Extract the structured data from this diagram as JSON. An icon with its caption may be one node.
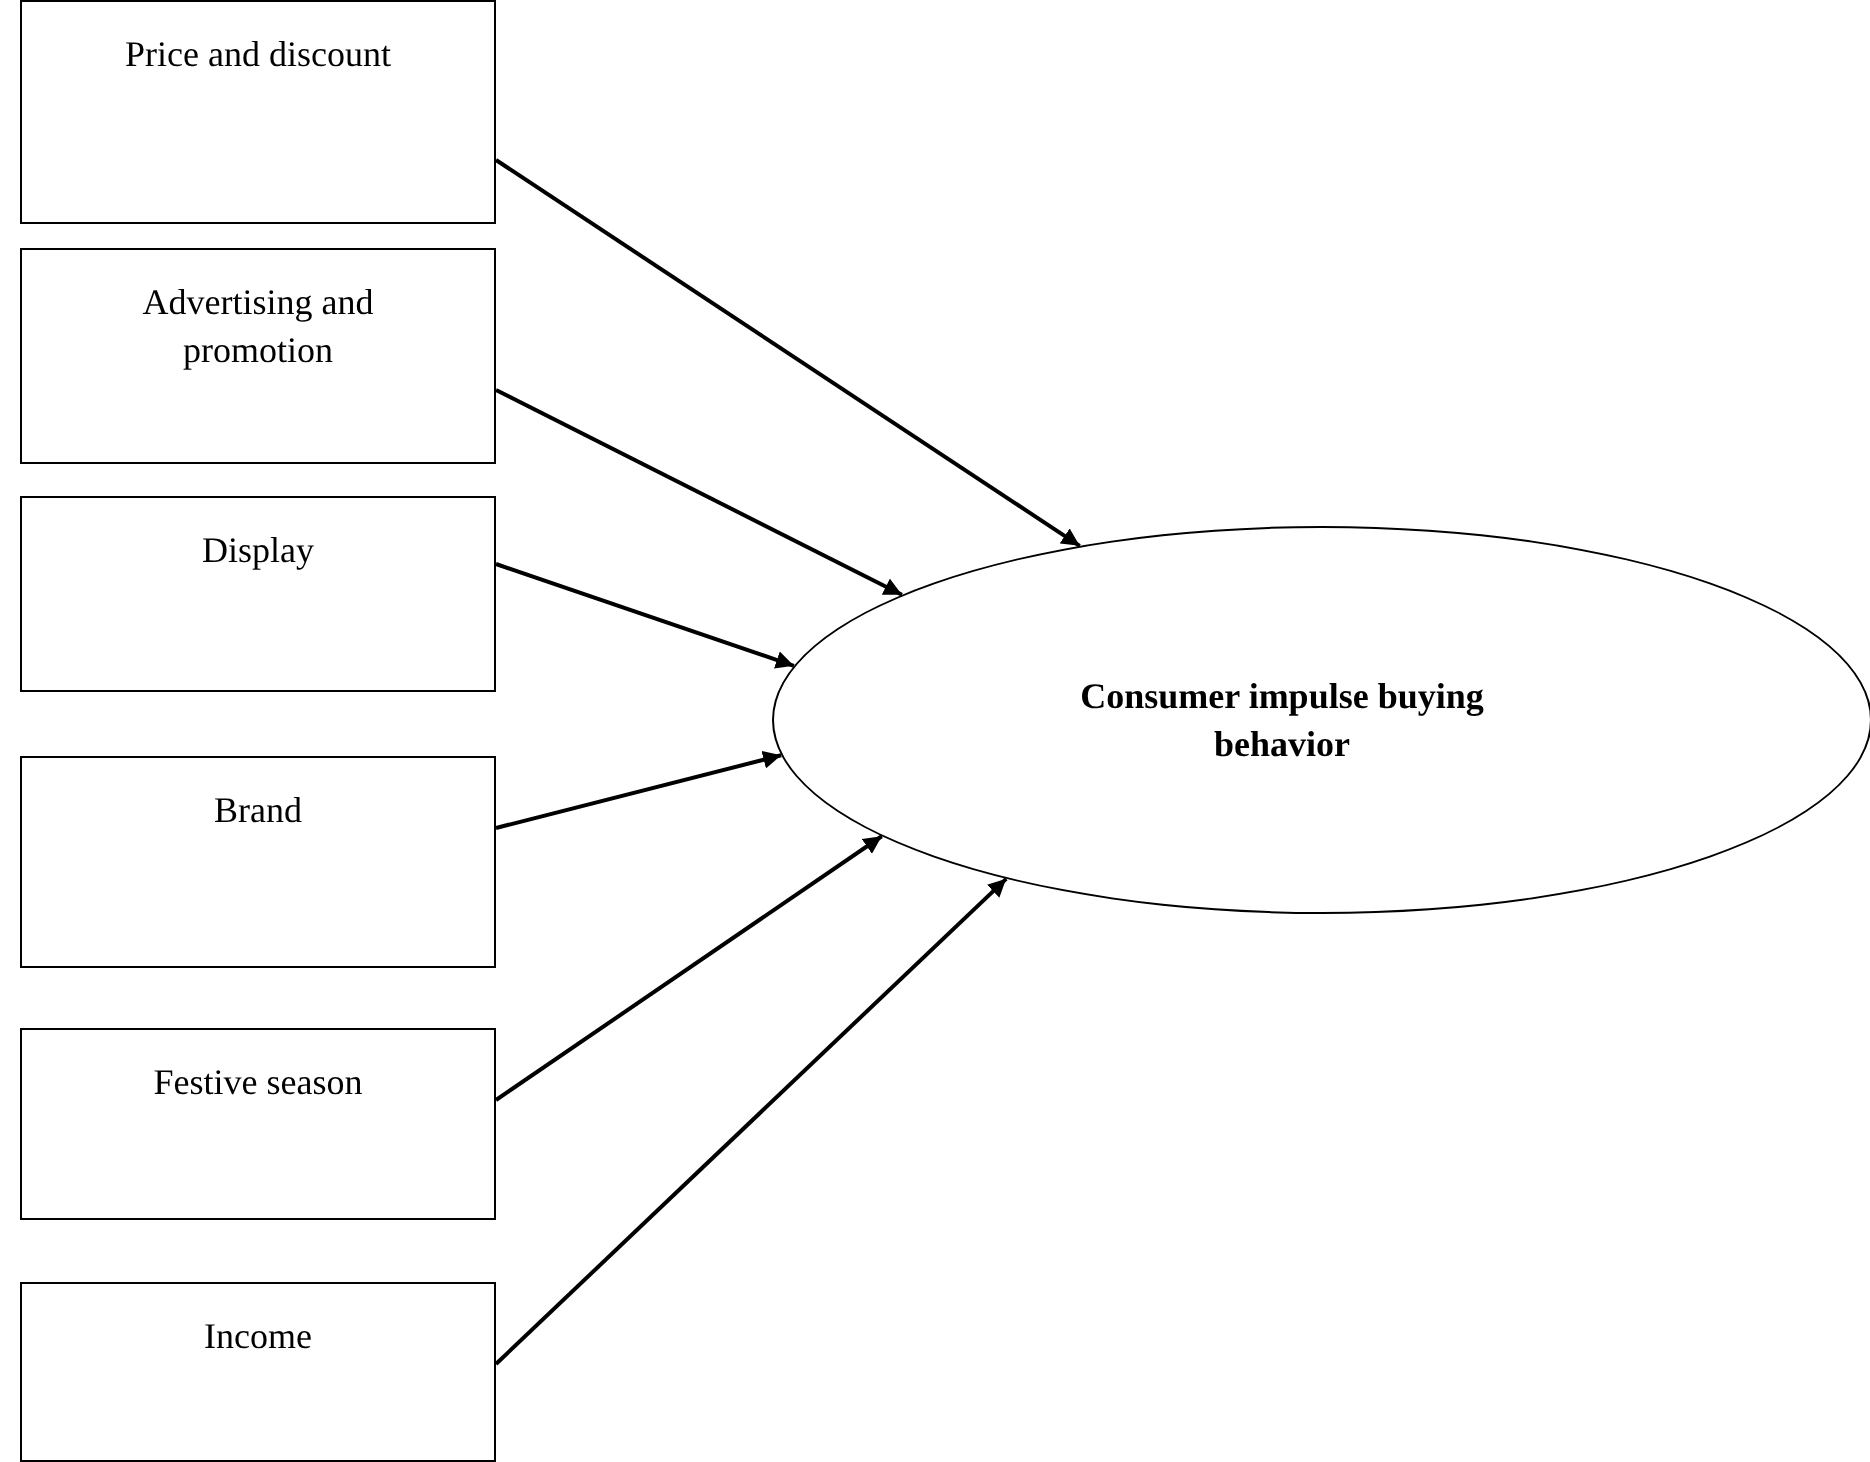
{
  "diagram": {
    "nodes": [
      {
        "text": [
          "Price and discount"
        ]
      },
      {
        "text": [
          "Advertising and promotion"
        ]
      },
      {
        "text": [
          "Display"
        ]
      },
      {
        "text": [
          "Brand"
        ]
      },
      {
        "text": [
          "Festive season"
        ]
      },
      {
        "text": [
          "Income"
        ]
      },
      {
        "text": [
          "Consumer impulse buying behavior"
        ]
      }
    ],
    "edges": [
      {
        "from": 0,
        "to": 6,
        "arrow": "to"
      },
      {
        "from": 1,
        "to": 6,
        "arrow": "to"
      },
      {
        "from": 2,
        "to": 6,
        "arrow": "to"
      },
      {
        "from": 3,
        "to": 6,
        "arrow": "to"
      },
      {
        "from": 4,
        "to": 6,
        "arrow": "to"
      },
      {
        "from": 5,
        "to": 6,
        "arrow": "to"
      }
    ]
  }
}
